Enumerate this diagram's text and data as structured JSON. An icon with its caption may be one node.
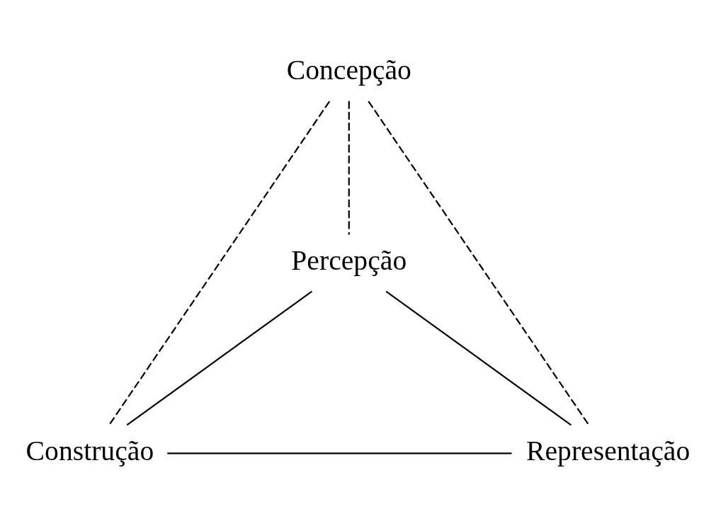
{
  "diagram": {
    "nodes": [
      {
        "text": [
          "Percepção"
        ]
      },
      {
        "text": [
          "Concepção"
        ]
      },
      {
        "text": [
          "Construção"
        ]
      },
      {
        "text": [
          "Representação"
        ]
      }
    ],
    "edges": [
      {
        "from": 0,
        "to": 2,
        "arrow": "none"
      },
      {
        "from": 0,
        "to": 3,
        "arrow": "none"
      },
      {
        "from": 2,
        "to": 3,
        "arrow": "none"
      },
      {
        "from": 1,
        "to": 0,
        "arrow": "none",
        "style": "dashed"
      },
      {
        "from": 1,
        "to": 2,
        "arrow": "none",
        "style": "dashed"
      },
      {
        "from": 1,
        "to": 3,
        "arrow": "none",
        "style": "dashed"
      }
    ]
  }
}
